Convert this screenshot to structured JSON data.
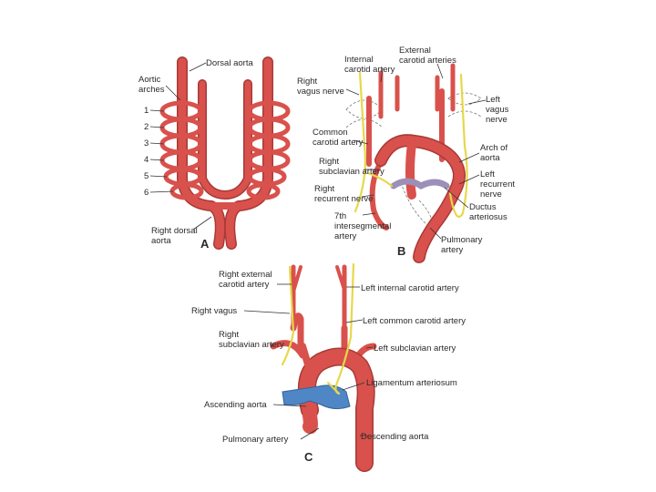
{
  "colors": {
    "artery": "#d9514c",
    "artery_shadow": "#a83a36",
    "nerve": "#e6d84a",
    "pulmonary_trunk": "#4f86c6",
    "ductus_A_B": "#9c8fb8",
    "background": "#ffffff"
  },
  "panel_a": {
    "letter": "A",
    "aortic_arches": "Aortic\narches",
    "dorsal_aorta": "Dorsal aorta",
    "arch_numbers": [
      "1",
      "2",
      "3",
      "4",
      "5",
      "6"
    ],
    "right_dorsal_aorta": "Right dorsal\naorta"
  },
  "panel_b": {
    "letter": "B",
    "internal_carotid": "Internal\ncarotid artery",
    "external_carotid": "External\ncarotid arteries",
    "right_vagus": "Right\nvagus nerve",
    "left_vagus": "Left\nvagus\nnerve",
    "common_carotid": "Common\ncarotid artery",
    "arch_of_aorta": "Arch of\naorta",
    "right_subclavian": "Right\nsubclavian artery",
    "left_recurrent": "Left\nrecurrent\nnerve",
    "right_recurrent": "Right\nrecurrent nerve",
    "ductus": "Ductus\narteriosus",
    "seventh_interseg": "7th\nintersegmental\nartery",
    "pulmonary": "Pulmonary\nartery"
  },
  "panel_c": {
    "letter": "C",
    "right_external_carotid": "Right external\ncarotid artery",
    "left_internal_carotid": "Left internal carotid artery",
    "right_vagus": "Right vagus",
    "left_common_carotid": "Left common carotid artery",
    "right_subclavian": "Right\nsubclavian artery",
    "left_subclavian": "Left subclavian artery",
    "ligamentum": "Ligamentum arteriosum",
    "ascending_aorta": "Ascending aorta",
    "pulmonary": "Pulmonary artery",
    "descending_aorta": "Descending aorta"
  }
}
